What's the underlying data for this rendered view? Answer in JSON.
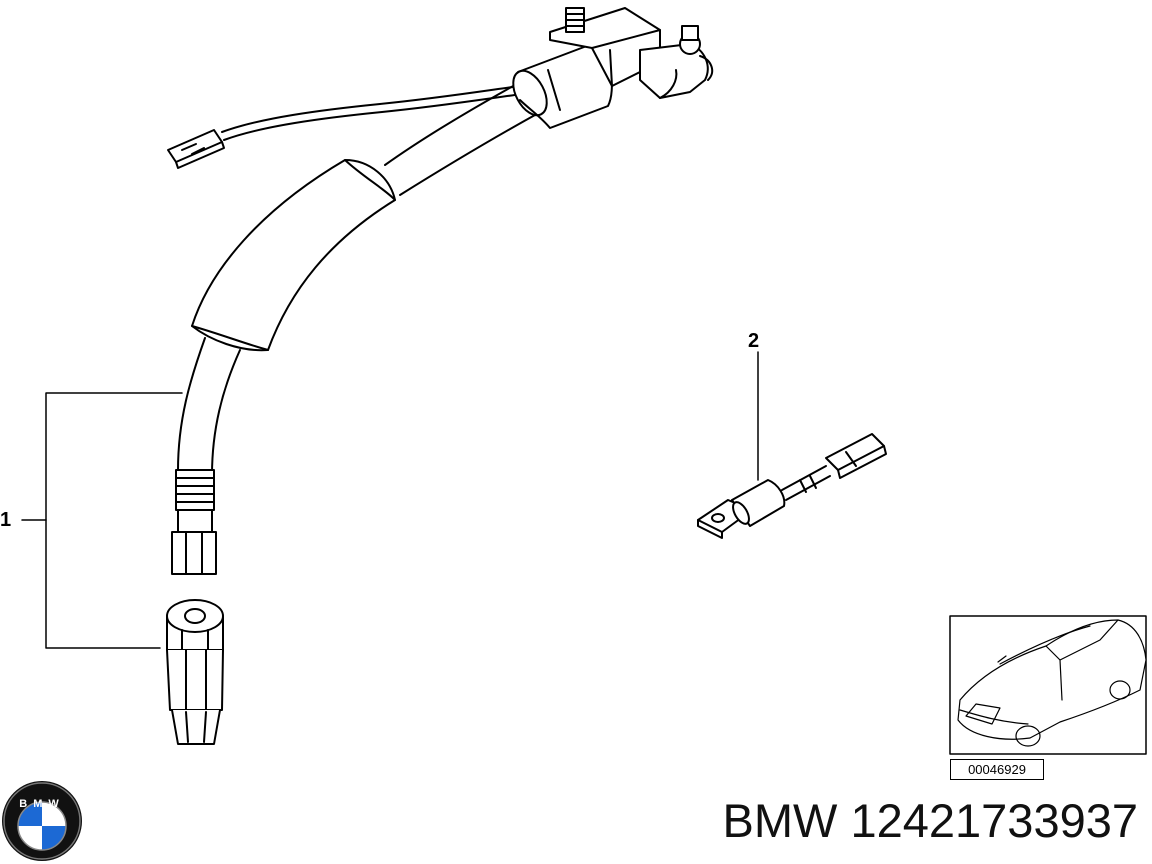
{
  "diagram": {
    "callouts": [
      {
        "id": "1",
        "label": "1"
      },
      {
        "id": "2",
        "label": "2"
      }
    ],
    "thumbnail_id": "00046929",
    "logo_letters": "BMW",
    "part_number_text": "BMW 12421733937",
    "colors": {
      "line": "#000000",
      "background": "#ffffff",
      "logo_blue": "#1c69d4",
      "logo_ring": "#111111"
    }
  }
}
